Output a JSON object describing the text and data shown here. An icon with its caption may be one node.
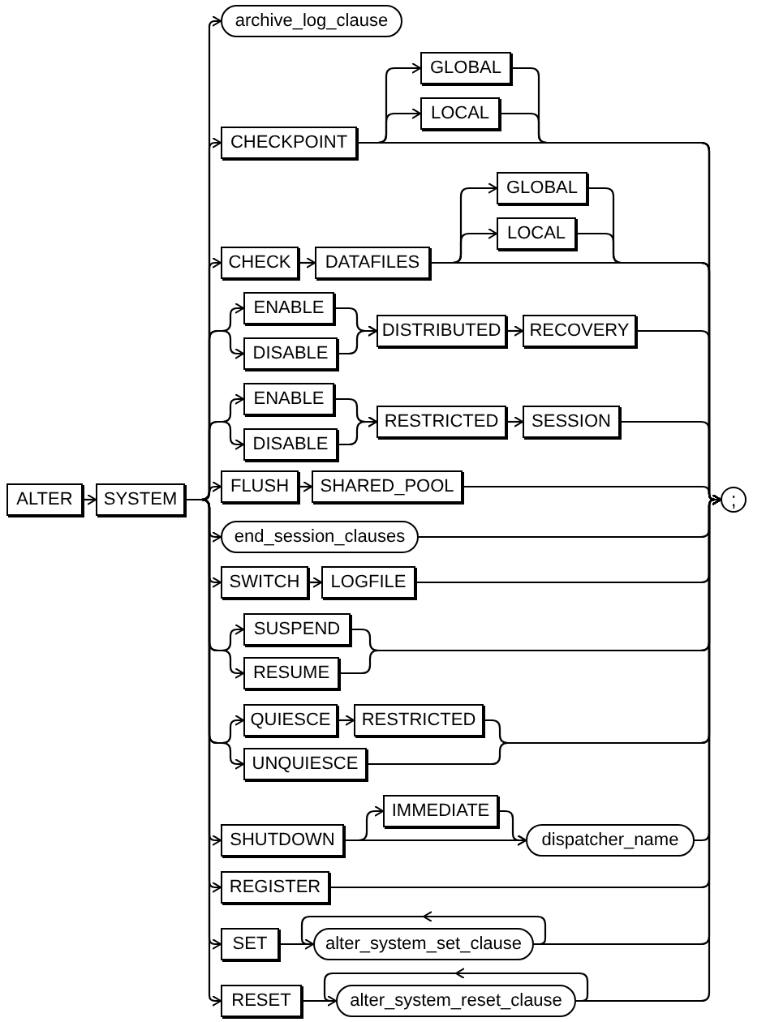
{
  "diagram": {
    "nodes": [
      {
        "text": [
          "ALTER"
        ]
      },
      {
        "text": [
          "SYSTEM"
        ]
      },
      {
        "text": [
          "archive_log_clause"
        ]
      },
      {
        "text": [
          "CHECKPOINT"
        ]
      },
      {
        "text": [
          "GLOBAL"
        ]
      },
      {
        "text": [
          "LOCAL"
        ]
      },
      {
        "text": [
          "CHECK"
        ]
      },
      {
        "text": [
          "DATAFILES"
        ]
      },
      {
        "text": [
          "GLOBAL"
        ]
      },
      {
        "text": [
          "LOCAL"
        ]
      },
      {
        "text": [
          "ENABLE"
        ]
      },
      {
        "text": [
          "DISABLE"
        ]
      },
      {
        "text": [
          "DISTRIBUTED"
        ]
      },
      {
        "text": [
          "RECOVERY"
        ]
      },
      {
        "text": [
          "ENABLE"
        ]
      },
      {
        "text": [
          "DISABLE"
        ]
      },
      {
        "text": [
          "RESTRICTED"
        ]
      },
      {
        "text": [
          "SESSION"
        ]
      },
      {
        "text": [
          "FLUSH"
        ]
      },
      {
        "text": [
          "SHARED_POOL"
        ]
      },
      {
        "text": [
          "end_session_clauses"
        ]
      },
      {
        "text": [
          "SWITCH"
        ]
      },
      {
        "text": [
          "LOGFILE"
        ]
      },
      {
        "text": [
          "SUSPEND"
        ]
      },
      {
        "text": [
          "RESUME"
        ]
      },
      {
        "text": [
          "QUIESCE"
        ]
      },
      {
        "text": [
          "RESTRICTED"
        ]
      },
      {
        "text": [
          "UNQUIESCE"
        ]
      },
      {
        "text": [
          "SHUTDOWN"
        ]
      },
      {
        "text": [
          "IMMEDIATE"
        ]
      },
      {
        "text": [
          "dispatcher_name"
        ]
      },
      {
        "text": [
          "REGISTER"
        ]
      },
      {
        "text": [
          "SET"
        ]
      },
      {
        "text": [
          "alter_system_set_clause"
        ]
      },
      {
        "text": [
          "RESET"
        ]
      },
      {
        "text": [
          "alter_system_reset_clause"
        ]
      },
      {
        "text": [
          ";"
        ]
      }
    ],
    "edges": [
      {
        "from": 0,
        "to": 1,
        "arrow": "to"
      },
      {
        "from": 1,
        "to": 2,
        "arrow": "to"
      },
      {
        "from": 1,
        "to": 3,
        "arrow": "to"
      },
      {
        "from": 1,
        "to": 6,
        "arrow": "to"
      },
      {
        "from": 1,
        "to": 10,
        "arrow": "to"
      },
      {
        "from": 1,
        "to": 11,
        "arrow": "to"
      },
      {
        "from": 1,
        "to": 14,
        "arrow": "to"
      },
      {
        "from": 1,
        "to": 15,
        "arrow": "to"
      },
      {
        "from": 1,
        "to": 18,
        "arrow": "to"
      },
      {
        "from": 1,
        "to": 20,
        "arrow": "to"
      },
      {
        "from": 1,
        "to": 21,
        "arrow": "to"
      },
      {
        "from": 1,
        "to": 23,
        "arrow": "to"
      },
      {
        "from": 1,
        "to": 24,
        "arrow": "to"
      },
      {
        "from": 1,
        "to": 25,
        "arrow": "to"
      },
      {
        "from": 1,
        "to": 27,
        "arrow": "to"
      },
      {
        "from": 1,
        "to": 28,
        "arrow": "to"
      },
      {
        "from": 1,
        "to": 31,
        "arrow": "to"
      },
      {
        "from": 1,
        "to": 32,
        "arrow": "to"
      },
      {
        "from": 1,
        "to": 34,
        "arrow": "to"
      },
      {
        "from": 3,
        "to": 4,
        "arrow": "to"
      },
      {
        "from": 3,
        "to": 5,
        "arrow": "to"
      },
      {
        "from": 4,
        "to": 36,
        "arrow": "to"
      },
      {
        "from": 5,
        "to": 36,
        "arrow": "to"
      },
      {
        "from": 3,
        "to": 36,
        "arrow": "to"
      },
      {
        "from": 6,
        "to": 7,
        "arrow": "to"
      },
      {
        "from": 7,
        "to": 8,
        "arrow": "to"
      },
      {
        "from": 7,
        "to": 9,
        "arrow": "to"
      },
      {
        "from": 8,
        "to": 36,
        "arrow": "to"
      },
      {
        "from": 9,
        "to": 36,
        "arrow": "to"
      },
      {
        "from": 7,
        "to": 36,
        "arrow": "to"
      },
      {
        "from": 10,
        "to": 12,
        "arrow": "to"
      },
      {
        "from": 11,
        "to": 12,
        "arrow": "to"
      },
      {
        "from": 12,
        "to": 13,
        "arrow": "to"
      },
      {
        "from": 13,
        "to": 36,
        "arrow": "to"
      },
      {
        "from": 14,
        "to": 16,
        "arrow": "to"
      },
      {
        "from": 15,
        "to": 16,
        "arrow": "to"
      },
      {
        "from": 16,
        "to": 17,
        "arrow": "to"
      },
      {
        "from": 17,
        "to": 36,
        "arrow": "to"
      },
      {
        "from": 18,
        "to": 19,
        "arrow": "to"
      },
      {
        "from": 19,
        "to": 36,
        "arrow": "to"
      },
      {
        "from": 20,
        "to": 36,
        "arrow": "to"
      },
      {
        "from": 21,
        "to": 22,
        "arrow": "to"
      },
      {
        "from": 22,
        "to": 36,
        "arrow": "to"
      },
      {
        "from": 23,
        "to": 36,
        "arrow": "to"
      },
      {
        "from": 24,
        "to": 36,
        "arrow": "to"
      },
      {
        "from": 25,
        "to": 26,
        "arrow": "to"
      },
      {
        "from": 26,
        "to": 36,
        "arrow": "to"
      },
      {
        "from": 27,
        "to": 36,
        "arrow": "to"
      },
      {
        "from": 28,
        "to": 29,
        "arrow": "to"
      },
      {
        "from": 28,
        "to": 30,
        "arrow": "to"
      },
      {
        "from": 29,
        "to": 30,
        "arrow": "to"
      },
      {
        "from": 30,
        "to": 36,
        "arrow": "to"
      },
      {
        "from": 31,
        "to": 36,
        "arrow": "to"
      },
      {
        "from": 32,
        "to": 33,
        "arrow": "to"
      },
      {
        "from": 33,
        "to": 33,
        "arrow": "to"
      },
      {
        "from": 33,
        "to": 36,
        "arrow": "to"
      },
      {
        "from": 34,
        "to": 35,
        "arrow": "to"
      },
      {
        "from": 35,
        "to": 35,
        "arrow": "to"
      },
      {
        "from": 35,
        "to": 36,
        "arrow": "to"
      }
    ]
  }
}
